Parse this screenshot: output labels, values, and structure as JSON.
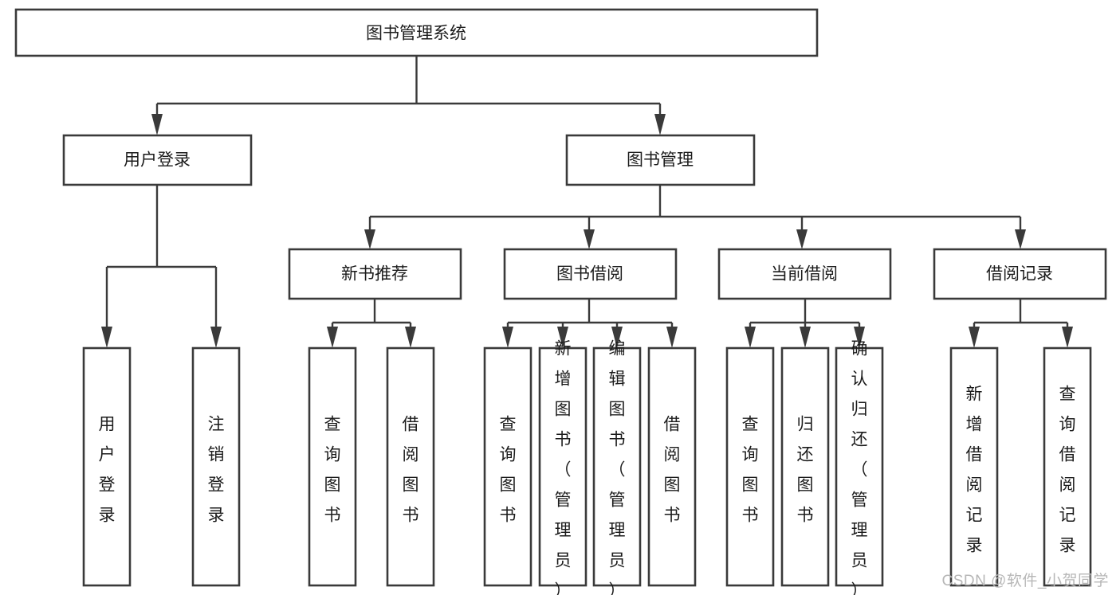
{
  "diagram": {
    "type": "tree-hierarchy",
    "orientation": "top-down",
    "title": "图书管理系统",
    "watermark": "CSDN @软件_小贺同学",
    "colors": {
      "box_stroke": "#3a3a3a",
      "box_fill": "#ffffff",
      "connector": "#3a3a3a",
      "text": "#1b1b1b",
      "background": "#ffffff",
      "watermark": "#b7b7b7"
    },
    "levels": [
      {
        "level": 1,
        "nodes": [
          {
            "id": "root",
            "label": "图书管理系统",
            "orientation": "horizontal"
          }
        ]
      },
      {
        "level": 2,
        "nodes": [
          {
            "id": "login",
            "label": "用户登录",
            "orientation": "horizontal",
            "parent": "root"
          },
          {
            "id": "bookmgmt",
            "label": "图书管理",
            "orientation": "horizontal",
            "parent": "root"
          }
        ]
      },
      {
        "level": 3,
        "nodes": [
          {
            "id": "newbook",
            "label": "新书推荐",
            "orientation": "horizontal",
            "parent": "bookmgmt"
          },
          {
            "id": "borrow",
            "label": "图书借阅",
            "orientation": "horizontal",
            "parent": "bookmgmt"
          },
          {
            "id": "current",
            "label": "当前借阅",
            "orientation": "horizontal",
            "parent": "bookmgmt"
          },
          {
            "id": "records",
            "label": "借阅记录",
            "orientation": "horizontal",
            "parent": "bookmgmt"
          }
        ]
      },
      {
        "level": 4,
        "nodes": [
          {
            "id": "leaf-user-login",
            "label": "用户登录",
            "orientation": "vertical",
            "parent": "login"
          },
          {
            "id": "leaf-user-logout",
            "label": "注销登录",
            "orientation": "vertical",
            "parent": "login"
          },
          {
            "id": "leaf-new-query",
            "label": "查询图书",
            "orientation": "vertical",
            "parent": "newbook"
          },
          {
            "id": "leaf-new-borrow",
            "label": "借阅图书",
            "orientation": "vertical",
            "parent": "newbook"
          },
          {
            "id": "leaf-borrow-query",
            "label": "查询图书",
            "orientation": "vertical",
            "parent": "borrow"
          },
          {
            "id": "leaf-borrow-add",
            "label": "新增图书（管理员）",
            "orientation": "vertical",
            "parent": "borrow"
          },
          {
            "id": "leaf-borrow-edit",
            "label": "编辑图书（管理员）",
            "orientation": "vertical",
            "parent": "borrow"
          },
          {
            "id": "leaf-borrow-lend",
            "label": "借阅图书",
            "orientation": "vertical",
            "parent": "borrow"
          },
          {
            "id": "leaf-current-query",
            "label": "查询图书",
            "orientation": "vertical",
            "parent": "current"
          },
          {
            "id": "leaf-current-return",
            "label": "归还图书",
            "orientation": "vertical",
            "parent": "current"
          },
          {
            "id": "leaf-current-confirm",
            "label": "确认归还（管理员）",
            "orientation": "vertical",
            "parent": "current"
          },
          {
            "id": "leaf-record-add",
            "label": "新增借阅记录",
            "orientation": "vertical",
            "parent": "records"
          },
          {
            "id": "leaf-record-query",
            "label": "查询借阅记录",
            "orientation": "vertical",
            "parent": "records"
          }
        ]
      }
    ]
  }
}
